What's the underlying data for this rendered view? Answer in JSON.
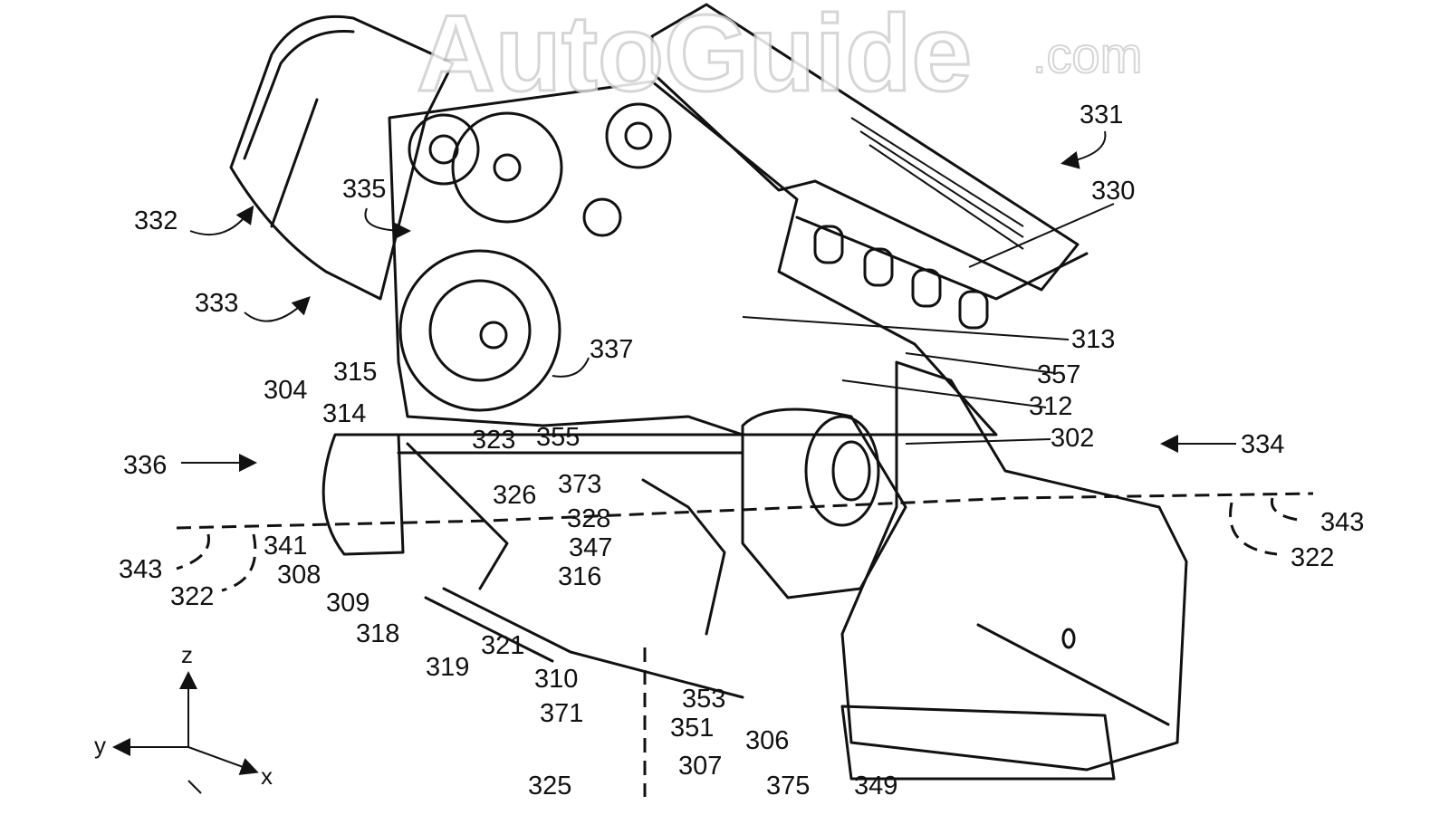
{
  "figure": {
    "watermark": {
      "brand": "AutoGuide",
      "suffix": ".com"
    },
    "labels": [
      "331",
      "330",
      "332",
      "335",
      "333",
      "313",
      "337",
      "357",
      "315",
      "304",
      "314",
      "312",
      "323",
      "355",
      "302",
      "334",
      "336",
      "373",
      "326",
      "328",
      "343",
      "341",
      "347",
      "322",
      "343",
      "308",
      "316",
      "322",
      "309",
      "318",
      "321",
      "319",
      "310",
      "353",
      "371",
      "351",
      "306",
      "307",
      "325",
      "375",
      "349"
    ],
    "axes": {
      "z": "z",
      "y": "y",
      "x": "x"
    }
  }
}
